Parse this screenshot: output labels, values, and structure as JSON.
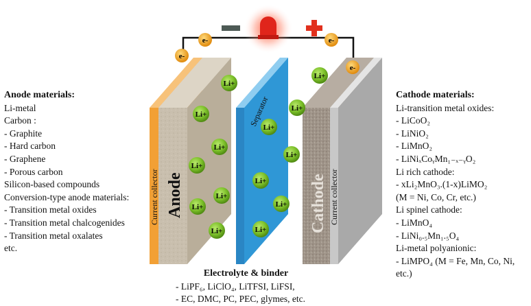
{
  "left": {
    "heading": "Anode materials:",
    "lines": [
      "Li-metal",
      "Carbon :",
      " - Graphite",
      " - Hard carbon",
      " - Graphene",
      " - Porous carbon",
      "Silicon-based compounds",
      "Conversion-type anode materials:",
      " - Transition metal oxides",
      " - Transition metal chalcogenides",
      " - Transition metal oxalates",
      "etc."
    ]
  },
  "right": {
    "heading": "Cathode materials:",
    "lines": [
      "Li-transition metal oxides:",
      " - LiCoO₂",
      " - LiNiO₂",
      " - LiMnO₂",
      " - LiNiₓCoᵧMn₁₋ₓ₋ᵧO₂",
      "Li rich cathode:",
      " - xLi₂MnO₃.(1-x)LiMO₂",
      "    (M = Ni, Co, Cr, etc.)",
      "Li spinel cathode:",
      " - LiMnO₄",
      " - LiNi₀.₅Mn₁.₅O₄",
      "Li-metal polyanionic:",
      " - LiMPO₄ (M = Fe, Mn, Co, Ni,",
      "   etc.)"
    ]
  },
  "bottom": {
    "heading": "Electrolyte & binder",
    "lines": [
      "- LiPF₆, LiClO₄, LiTFSI, LiFSI,",
      "- EC, DMC, PC, PEC, glymes, etc."
    ]
  },
  "diagram": {
    "anode_label": "Anode",
    "cathode_label": "Cathode",
    "separator_label": "Separator",
    "current_collector_label": "Current collector",
    "ion_label": "Li+",
    "electron_label": "e-",
    "minus_sign": "−",
    "plus_sign": "+",
    "colors": {
      "anode": "#c9bfae",
      "cathode": "#a0958a",
      "separator": "#2f97d6",
      "anode_collector": "#f2a035",
      "cathode_collector": "#c8c8c8",
      "ion": "#7cc02a",
      "electron": "#f0a21e",
      "bulb": "#e0251b",
      "minus": "#4d5a55",
      "plus": "#e1301d"
    }
  }
}
